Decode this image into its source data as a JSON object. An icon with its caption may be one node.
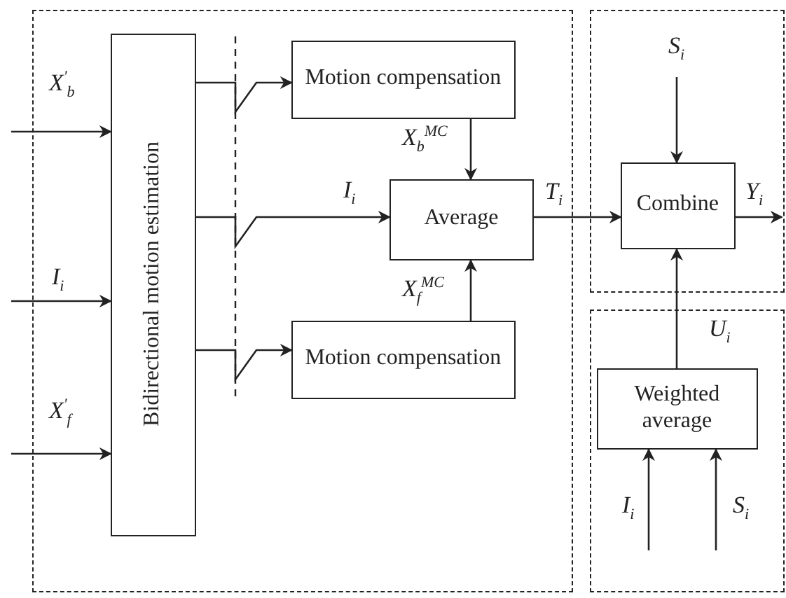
{
  "diagram": {
    "nodes": [
      {
        "text": [],
        "shape": "box"
      },
      {
        "text": [
          "Bidirectional motion estimation"
        ],
        "in": 0
      },
      {
        "text": [
          "Motion compensation"
        ],
        "in": 0
      },
      {
        "text": [
          "Average"
        ],
        "in": 0
      },
      {
        "text": [
          "Motion compensation"
        ],
        "in": 0
      },
      {
        "text": [],
        "shape": "box"
      },
      {
        "text": [
          "Combine"
        ],
        "in": 5
      },
      {
        "text": [],
        "shape": "box"
      },
      {
        "text": [
          "Weighted average"
        ],
        "in": 7
      }
    ],
    "edges": [
      {
        "from": null,
        "to": 1,
        "arrow": "to",
        "label": "X$^{'}$$_{b}$"
      },
      {
        "from": null,
        "to": 1,
        "arrow": "to",
        "label": "I$_{i}$"
      },
      {
        "from": null,
        "to": 1,
        "arrow": "to",
        "label": "X$^{'}$$_{f}$"
      },
      {
        "from": 1,
        "to": 2,
        "arrow": "to"
      },
      {
        "from": 1,
        "to": 3,
        "arrow": "to",
        "label": "I$_{i}$"
      },
      {
        "from": 1,
        "to": 4,
        "arrow": "to"
      },
      {
        "from": 2,
        "to": 3,
        "arrow": "to",
        "label": "X$_{b}$$^{MC}$"
      },
      {
        "from": 4,
        "to": 3,
        "arrow": "to",
        "label": "X$_{f}$$^{MC}$"
      },
      {
        "from": 3,
        "to": 6,
        "arrow": "to",
        "label": "T$_{i}$"
      },
      {
        "from": null,
        "to": 6,
        "arrow": "to",
        "label": "S$_{i}$"
      },
      {
        "from": 6,
        "to": null,
        "arrow": "to",
        "label": "Y$_{i}$"
      },
      {
        "from": 8,
        "to": 6,
        "arrow": "to",
        "label": "U$_{i}$"
      },
      {
        "from": null,
        "to": 8,
        "arrow": "to",
        "label": "I$_{i}$"
      },
      {
        "from": null,
        "to": 8,
        "arrow": "to",
        "label": "S$_{i}$"
      }
    ]
  }
}
